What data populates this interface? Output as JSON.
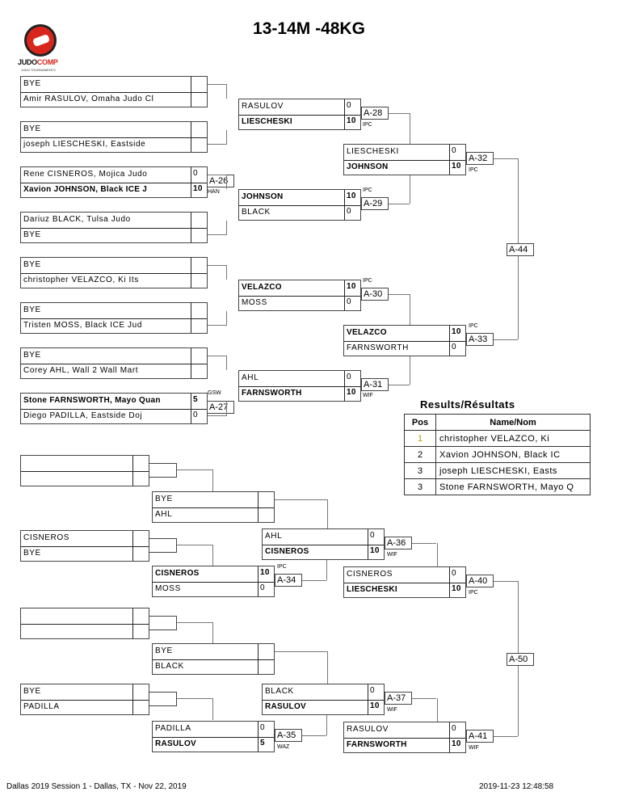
{
  "title": "13-14M -48KG",
  "logo": {
    "brand_a": "JUDO",
    "brand_b": "COMP",
    "subtitle": "JUDO TOURNAMENTS"
  },
  "main_bracket": {
    "round1": [
      {
        "top": {
          "name": "BYE",
          "score": "",
          "winner": false
        },
        "bot": {
          "name": "Amir RASULOV, Omaha Judo Cl",
          "score": "",
          "winner": false
        },
        "match": "",
        "win_type": ""
      },
      {
        "top": {
          "name": "BYE",
          "score": "",
          "winner": false
        },
        "bot": {
          "name": "joseph LIESCHESKI, Eastside",
          "score": "",
          "winner": false
        },
        "match": "",
        "win_type": ""
      },
      {
        "top": {
          "name": "Rene CISNEROS, Mojica Judo",
          "score": "0",
          "winner": false
        },
        "bot": {
          "name": "Xavion JOHNSON, Black ICE J",
          "score": "10",
          "winner": true
        },
        "match": "A-26",
        "win_type": "HAN"
      },
      {
        "top": {
          "name": "Dariuz BLACK, Tulsa Judo",
          "score": "",
          "winner": false
        },
        "bot": {
          "name": "BYE",
          "score": "",
          "winner": false
        },
        "match": "",
        "win_type": ""
      },
      {
        "top": {
          "name": "BYE",
          "score": "",
          "winner": false
        },
        "bot": {
          "name": "christopher VELAZCO, Ki Its",
          "score": "",
          "winner": false
        },
        "match": "",
        "win_type": ""
      },
      {
        "top": {
          "name": "BYE",
          "score": "",
          "winner": false
        },
        "bot": {
          "name": "Tristen MOSS, Black ICE Jud",
          "score": "",
          "winner": false
        },
        "match": "",
        "win_type": ""
      },
      {
        "top": {
          "name": "BYE",
          "score": "",
          "winner": false
        },
        "bot": {
          "name": "Corey AHL, Wall 2 Wall Mart",
          "score": "",
          "winner": false
        },
        "match": "",
        "win_type": ""
      },
      {
        "top": {
          "name": "Stone FARNSWORTH, Mayo Quan",
          "score": "5",
          "winner": true
        },
        "bot": {
          "name": "Diego PADILLA, Eastside Doj",
          "score": "0",
          "winner": false
        },
        "match": "A-27",
        "win_type": "GSW"
      }
    ],
    "round2": [
      {
        "top": {
          "name": "RASULOV",
          "score": "0",
          "winner": false
        },
        "bot": {
          "name": "LIESCHESKI",
          "score": "10",
          "winner": true
        },
        "match": "A-28",
        "win_type": "IPC"
      },
      {
        "top": {
          "name": "JOHNSON",
          "score": "10",
          "winner": true
        },
        "bot": {
          "name": "BLACK",
          "score": "0",
          "winner": false
        },
        "match": "A-29",
        "win_type": "IPC"
      },
      {
        "top": {
          "name": "VELAZCO",
          "score": "10",
          "winner": true
        },
        "bot": {
          "name": "MOSS",
          "score": "0",
          "winner": false
        },
        "match": "A-30",
        "win_type": "IPC"
      },
      {
        "top": {
          "name": "AHL",
          "score": "0",
          "winner": false
        },
        "bot": {
          "name": "FARNSWORTH",
          "score": "10",
          "winner": true
        },
        "match": "A-31",
        "win_type": "WIF"
      }
    ],
    "round3": [
      {
        "top": {
          "name": "LIESCHESKI",
          "score": "0",
          "winner": false
        },
        "bot": {
          "name": "JOHNSON",
          "score": "10",
          "winner": true
        },
        "match": "A-32",
        "win_type": "IPC"
      },
      {
        "top": {
          "name": "VELAZCO",
          "score": "10",
          "winner": true
        },
        "bot": {
          "name": "FARNSWORTH",
          "score": "0",
          "winner": false
        },
        "match": "A-33",
        "win_type": "IPC"
      }
    ],
    "final": {
      "match": "A-44"
    }
  },
  "repechage": {
    "round1": [
      {
        "top": {
          "name": "",
          "score": ""
        },
        "bot": {
          "name": "",
          "score": ""
        }
      },
      {
        "top": {
          "name": "CISNEROS",
          "score": ""
        },
        "bot": {
          "name": "BYE",
          "score": ""
        }
      },
      {
        "top": {
          "name": "",
          "score": ""
        },
        "bot": {
          "name": "",
          "score": ""
        }
      },
      {
        "top": {
          "name": "BYE",
          "score": ""
        },
        "bot": {
          "name": "PADILLA",
          "score": ""
        }
      }
    ],
    "round2": [
      {
        "top": {
          "name": "BYE",
          "score": "",
          "winner": false
        },
        "bot": {
          "name": "AHL",
          "score": "",
          "winner": false
        },
        "match": "",
        "win_type": ""
      },
      {
        "top": {
          "name": "CISNEROS",
          "score": "10",
          "winner": true
        },
        "bot": {
          "name": "MOSS",
          "score": "0",
          "winner": false
        },
        "match": "A-34",
        "win_type": "IPC"
      },
      {
        "top": {
          "name": "BYE",
          "score": "",
          "winner": false
        },
        "bot": {
          "name": "BLACK",
          "score": "",
          "winner": false
        },
        "match": "",
        "win_type": ""
      },
      {
        "top": {
          "name": "PADILLA",
          "score": "0",
          "winner": false
        },
        "bot": {
          "name": "RASULOV",
          "score": "5",
          "winner": true
        },
        "match": "A-35",
        "win_type": "WAZ"
      }
    ],
    "round3": [
      {
        "top": {
          "name": "AHL",
          "score": "0",
          "winner": false
        },
        "bot": {
          "name": "CISNEROS",
          "score": "10",
          "winner": true
        },
        "match": "A-36",
        "win_type": "WIF"
      },
      {
        "top": {
          "name": "BLACK",
          "score": "0",
          "winner": false
        },
        "bot": {
          "name": "RASULOV",
          "score": "10",
          "winner": true
        },
        "match": "A-37",
        "win_type": "WIF"
      }
    ],
    "round4": [
      {
        "top": {
          "name": "CISNEROS",
          "score": "0",
          "winner": false
        },
        "bot": {
          "name": "LIESCHESKI",
          "score": "10",
          "winner": true
        },
        "match": "A-40",
        "win_type": "IPC"
      },
      {
        "top": {
          "name": "RASULOV",
          "score": "0",
          "winner": false
        },
        "bot": {
          "name": "FARNSWORTH",
          "score": "10",
          "winner": true
        },
        "match": "A-41",
        "win_type": "WIF"
      }
    ],
    "final": {
      "match": "A-50"
    }
  },
  "results": {
    "title": "Results/Résultats",
    "headers": {
      "pos": "Pos",
      "name": "Name/Nom"
    },
    "rows": [
      {
        "pos": "1",
        "name": "christopher VELAZCO, Ki"
      },
      {
        "pos": "2",
        "name": "Xavion JOHNSON, Black IC"
      },
      {
        "pos": "3",
        "name": "joseph LIESCHESKI, Easts"
      },
      {
        "pos": "3",
        "name": "Stone FARNSWORTH, Mayo Q"
      }
    ]
  },
  "footer": {
    "left": "Dallas 2019 Session 1 - Dallas, TX - Nov 22, 2019",
    "right": "2019-11-23 12:48:58"
  }
}
